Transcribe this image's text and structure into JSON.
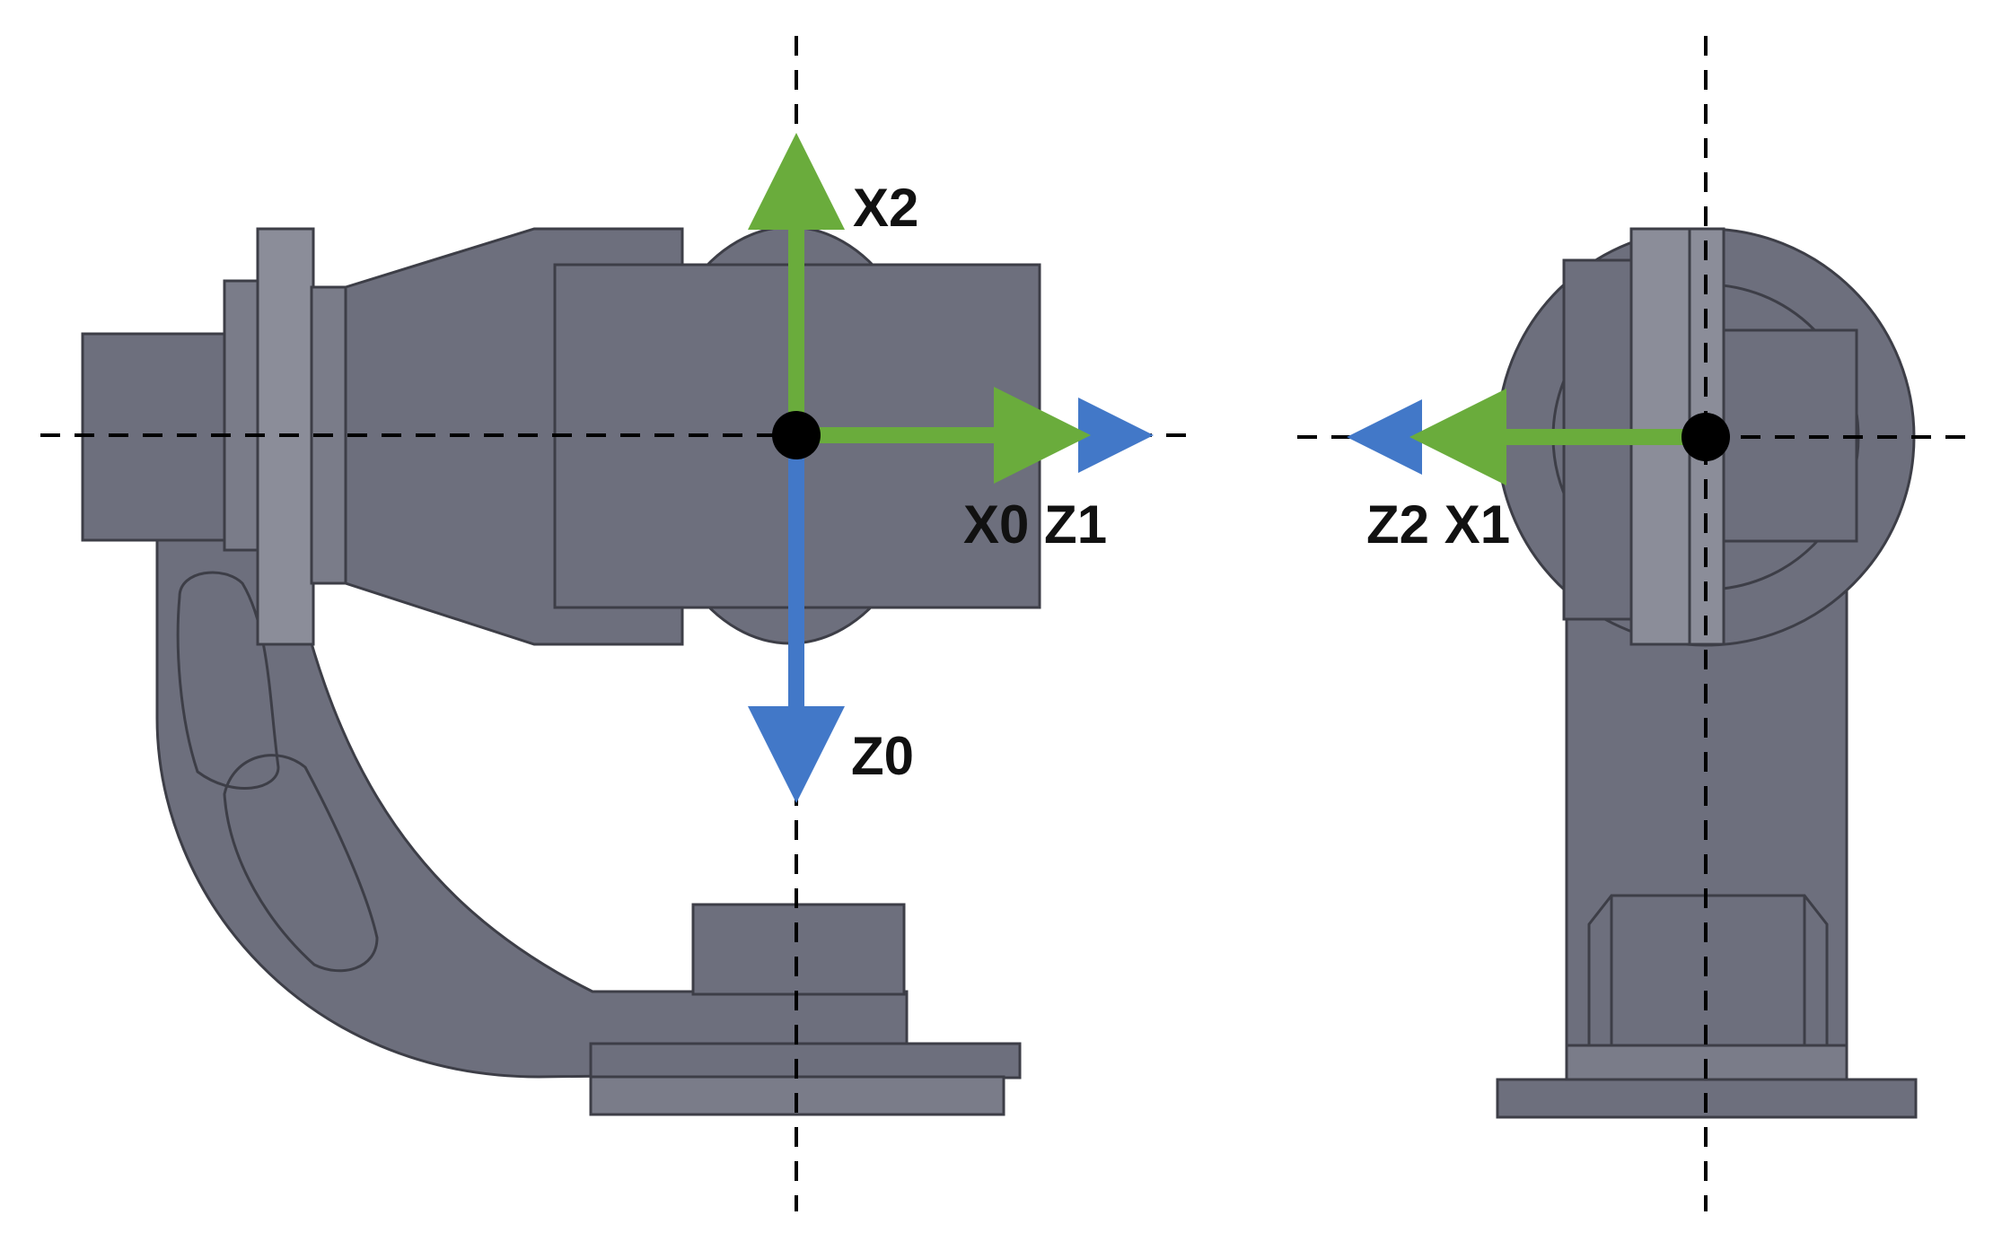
{
  "colors": {
    "body_fill": "#6d6f7d",
    "body_dark": "#5e606d",
    "body_light": "#8b8d99",
    "body_stroke": "#3d3e47",
    "x_axis_green": "#6aac3c",
    "z_axis_blue": "#4278c8",
    "dashed_line": "#000000"
  },
  "icons": {
    "origin": "origin-dot-icon",
    "arrow": "arrow-head-icon"
  },
  "side_view": {
    "labels": {
      "x2": "X2",
      "x0_z1": "X0 Z1",
      "z0": "Z0"
    }
  },
  "front_view": {
    "labels": {
      "z2_x1": "Z2 X1"
    }
  }
}
